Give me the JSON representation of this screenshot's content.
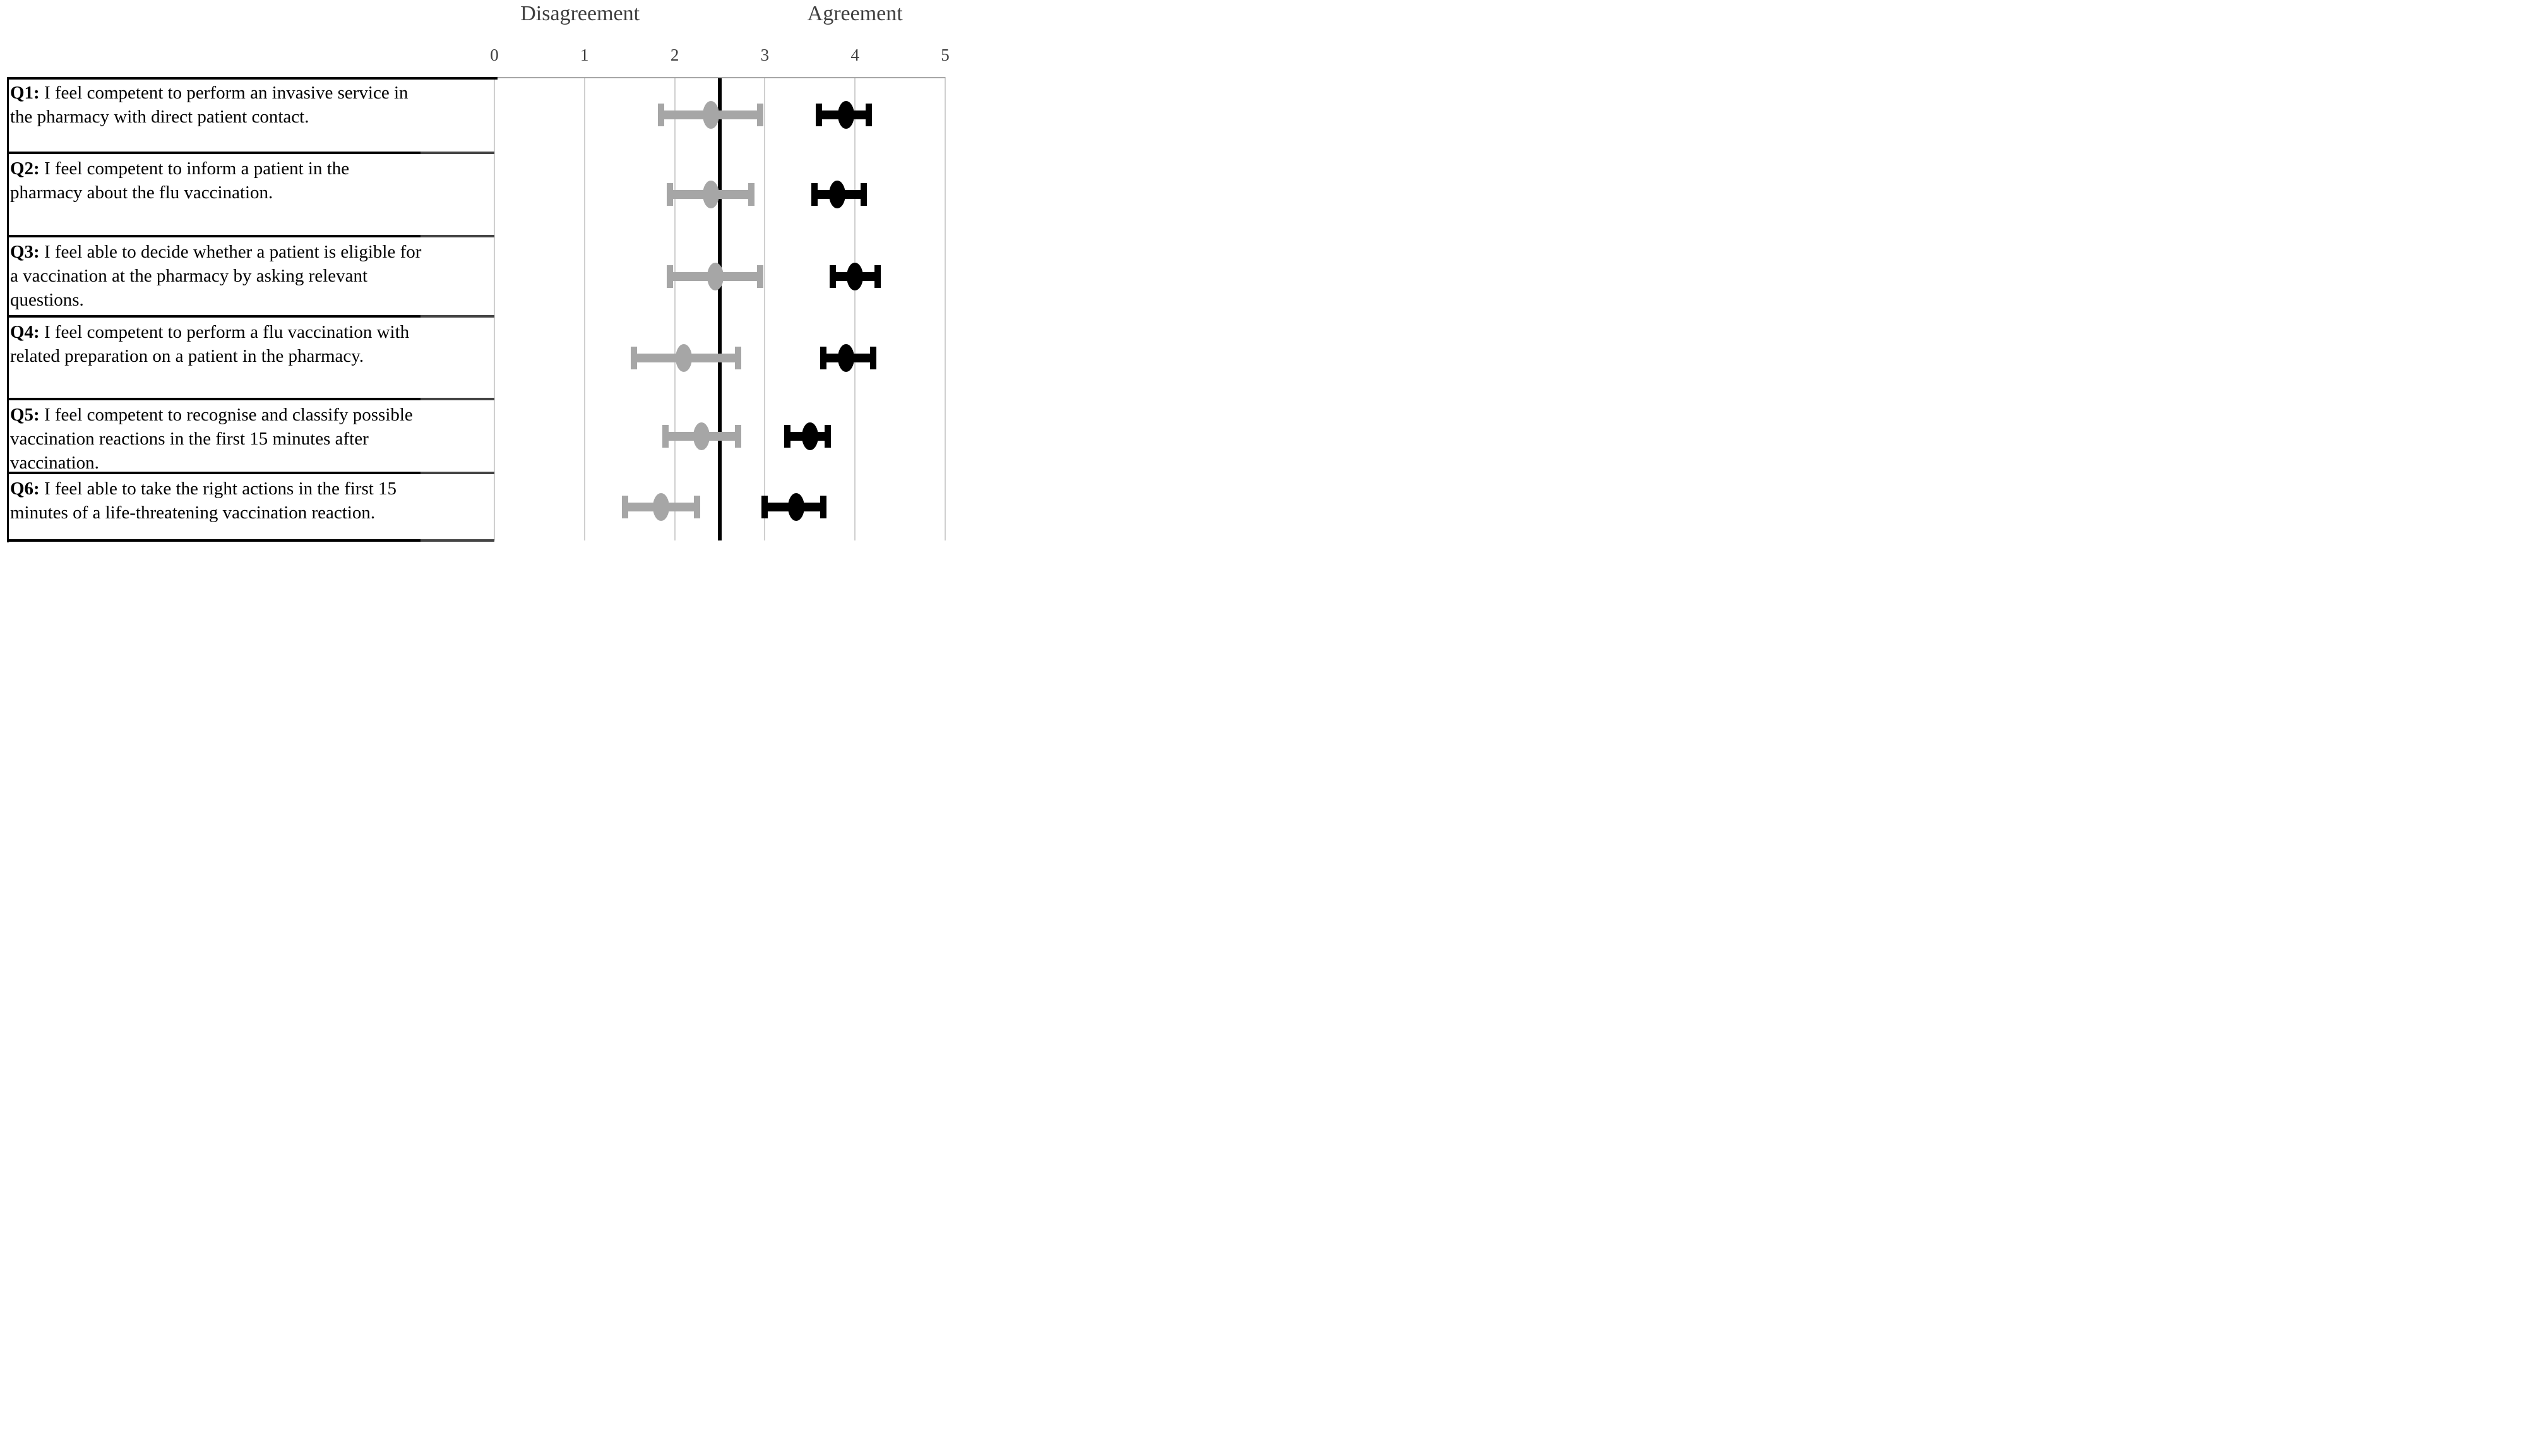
{
  "figure": {
    "header": {
      "disagreement": "Disagreement",
      "agreement": "Agreement"
    }
  },
  "questions": [
    {
      "id": "Q1:",
      "lines": [
        "I feel competent to perform an invasive service in",
        "the pharmacy with direct patient contact."
      ]
    },
    {
      "id": "Q2:",
      "lines": [
        "I feel competent to inform a patient in the",
        "pharmacy about the flu vaccination."
      ]
    },
    {
      "id": "Q3:",
      "lines": [
        "I feel able to decide whether a patient is eligible for",
        "a vaccination at the pharmacy by asking relevant",
        "questions."
      ]
    },
    {
      "id": "Q4:",
      "lines": [
        "I feel competent to perform a flu vaccination with",
        "related preparation on a patient in the pharmacy."
      ]
    },
    {
      "id": "Q5:",
      "lines": [
        "I feel competent to recognise and classify possible",
        "vaccination reactions in the first 15 minutes after",
        "vaccination."
      ]
    },
    {
      "id": "Q6:",
      "lines": [
        "I feel able to take the right actions in the first 15",
        "minutes of a life-threatening vaccination reaction."
      ]
    }
  ],
  "chart_data": {
    "type": "scatter",
    "subtype": "dot_with_error_bars_forest_plot",
    "title": "",
    "categories": [
      "Q1",
      "Q2",
      "Q3",
      "Q4",
      "Q5",
      "Q6"
    ],
    "category_labels": [
      "Q1: I feel competent to perform an invasive service in the pharmacy with direct patient contact.",
      "Q2: I feel competent to inform a patient in the pharmacy about the flu vaccination.",
      "Q3: I feel able to decide whether a patient is eligible for a vaccination at the pharmacy by asking relevant questions.",
      "Q4: I feel competent to perform a flu vaccination with related preparation on a patient in the pharmacy.",
      "Q5: I feel competent to recognise and classify possible vaccination reactions in the first 15 minutes after vaccination.",
      "Q6: I feel able to take the right actions in the first 15 minutes of a life-threatening vaccination reaction."
    ],
    "x_axis": {
      "min": 0,
      "max": 5,
      "ticks": [
        "0",
        "1",
        "2",
        "3",
        "4",
        "5"
      ],
      "top_labels": [
        "Disagreement",
        "Agreement"
      ],
      "reference_line": 2.5,
      "grid": true
    },
    "legend": "none",
    "series": [
      {
        "name": "gray",
        "color": "#a6a6a6",
        "mean": [
          2.4,
          2.4,
          2.45,
          2.1,
          2.3,
          1.85
        ],
        "low": [
          1.85,
          1.95,
          1.95,
          1.55,
          1.9,
          1.45
        ],
        "high": [
          2.95,
          2.85,
          2.95,
          2.7,
          2.7,
          2.25
        ]
      },
      {
        "name": "black",
        "color": "#000000",
        "mean": [
          3.9,
          3.8,
          4.0,
          3.9,
          3.5,
          3.35
        ],
        "low": [
          3.6,
          3.55,
          3.75,
          3.65,
          3.25,
          3.0
        ],
        "high": [
          4.15,
          4.1,
          4.25,
          4.2,
          3.7,
          3.65
        ]
      }
    ]
  },
  "colors": {
    "gray_series": "#a6a6a6",
    "black_series": "#000000",
    "gridline": "#cfcfcf",
    "reference_line": "#000000",
    "table_border_black": "#000000",
    "table_border_gray": "#444444",
    "plot_top_border": "#a6a6a6",
    "header_text": "#3f3f3f"
  }
}
